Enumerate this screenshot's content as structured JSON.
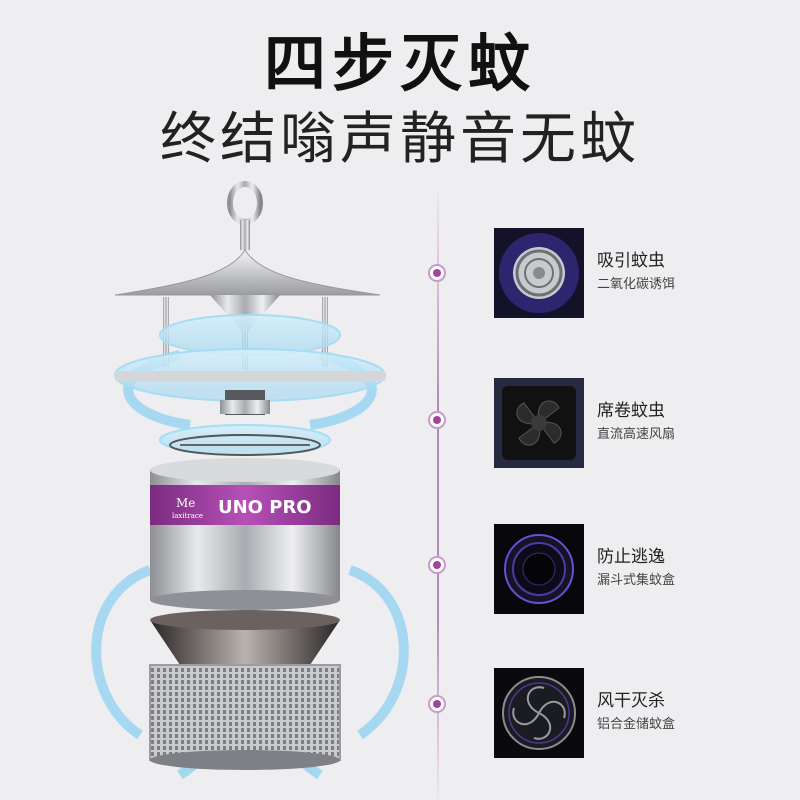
{
  "header": {
    "title": "四步灭蚊",
    "subtitle": "终结嗡声静音无蚊"
  },
  "product": {
    "brand_mark": "Me",
    "brand_name": "laxitrace",
    "model": "UNO PRO",
    "band_color": "#a442a8"
  },
  "steps": [
    {
      "title": "吸引蚊虫",
      "desc": "二氧化碳诱饵",
      "icon": "lure-grille-icon"
    },
    {
      "title": "席卷蚊虫",
      "desc": "直流高速风扇",
      "icon": "fan-icon"
    },
    {
      "title": "防止逃逸",
      "desc": "漏斗式集蚊盒",
      "icon": "funnel-icon"
    },
    {
      "title": "风干灭杀",
      "desc": "铝合金储蚊盒",
      "icon": "vortex-icon"
    }
  ],
  "colors": {
    "accent": "#a0449f",
    "airflow": "#7fc8ee"
  }
}
